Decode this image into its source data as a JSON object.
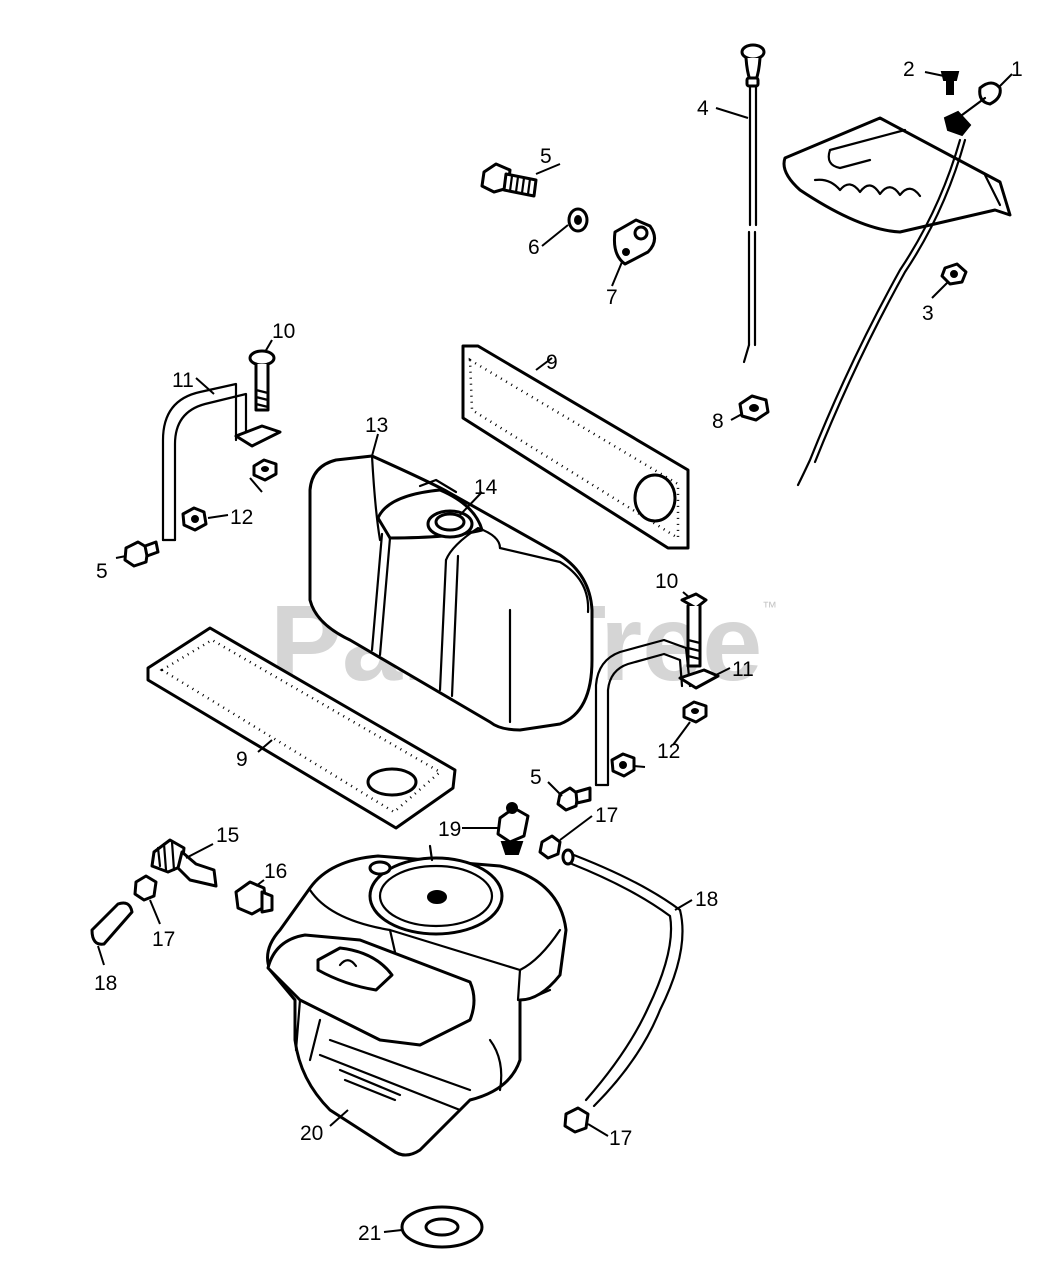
{
  "watermark": {
    "text": "PartsTree",
    "tm": "™"
  },
  "callouts": {
    "c1": "1",
    "c2": "2",
    "c3": "3",
    "c4": "4",
    "c5a": "5",
    "c5b": "5",
    "c5c": "5",
    "c6": "6",
    "c7": "7",
    "c8": "8",
    "c9a": "9",
    "c9b": "9",
    "c10a": "10",
    "c10b": "10",
    "c11a": "11",
    "c11b": "11",
    "c12a": "12",
    "c12b": "12",
    "c13": "13",
    "c14": "14",
    "c15": "15",
    "c16": "16",
    "c17a": "17",
    "c17b": "17",
    "c17c": "17",
    "c18a": "18",
    "c18b": "18",
    "c19": "19",
    "c20": "20",
    "c21": "21"
  },
  "colors": {
    "line": "#000000",
    "watermark": "#c8c8c8",
    "background": "#ffffff"
  }
}
